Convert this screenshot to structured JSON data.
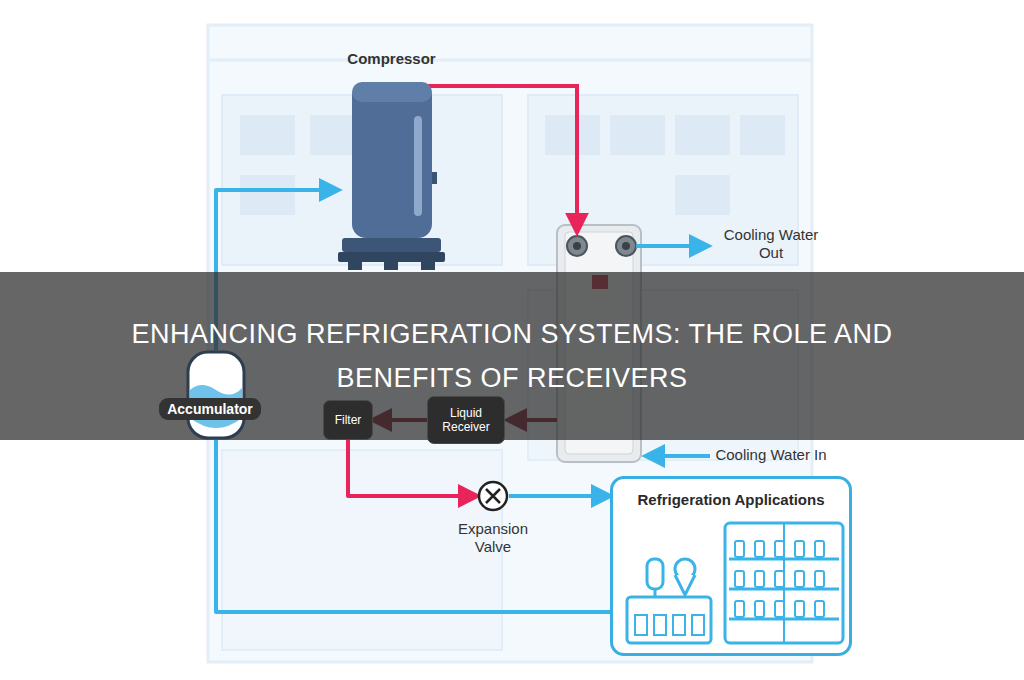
{
  "diagram": {
    "title": "ENHANCING REFRIGERATION SYSTEMS: THE ROLE AND BENEFITS OF RECEIVERS",
    "nodes": [
      {
        "text": [
          "Compressor"
        ]
      },
      {
        "text": [
          "Accumulator"
        ]
      },
      {
        "text": [
          "Filter"
        ]
      },
      {
        "text": [
          "Liquid Receiver"
        ]
      },
      {
        "text": [
          "Expansion Valve"
        ]
      },
      {
        "text": [
          "Refrigeration Applications"
        ]
      }
    ],
    "edges": [
      {
        "from": 3,
        "to": 2,
        "arrow": "to"
      },
      {
        "from": 2,
        "to": 4,
        "arrow": "to"
      },
      {
        "from": 4,
        "to": 5,
        "arrow": "to"
      },
      {
        "from": 5,
        "to": 1,
        "arrow": "none"
      },
      {
        "from": 1,
        "to": 0,
        "arrow": "to"
      }
    ],
    "labels": [
      "Cooling Water Out",
      "Cooling Water In"
    ]
  }
}
